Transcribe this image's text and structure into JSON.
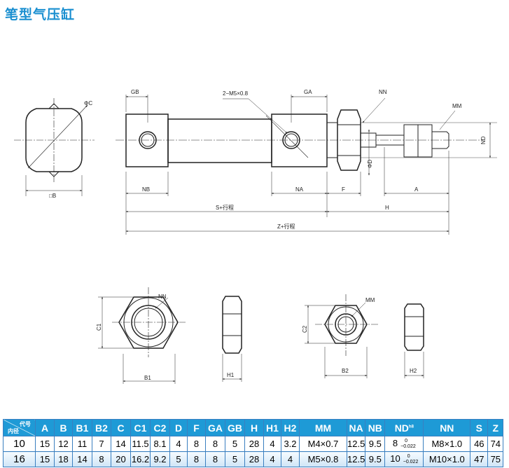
{
  "title": "笔型气压缸",
  "drawing": {
    "labels": {
      "phi_c": "ΦC",
      "b_square": "□B",
      "gb": "GB",
      "port": "2−M5×0.8",
      "ga": "GA",
      "nn": "NN",
      "mm": "MM",
      "nd": "ND",
      "phi_d": "ΦD",
      "nb": "NB",
      "na": "NA",
      "f": "F",
      "a": "A",
      "s": "S+行程",
      "h": "H",
      "z": "Z+行程",
      "nn2": "NN",
      "c1": "C1",
      "b1": "B1",
      "h1": "H1",
      "mm2": "MM",
      "c2": "C2",
      "b2": "B2",
      "h2": "H2"
    }
  },
  "table": {
    "header_top": "代号",
    "header_bottom": "内径",
    "columns": [
      "A",
      "B",
      "B1",
      "B2",
      "C",
      "C1",
      "C2",
      "D",
      "F",
      "GA",
      "GB",
      "H",
      "H1",
      "H2",
      "MM",
      "NA",
      "NB",
      "ND",
      "NN",
      "S",
      "Z"
    ],
    "nd_sup": "h8",
    "rows": [
      {
        "bore": "10",
        "cells": [
          "15",
          "12",
          "11",
          "7",
          "14",
          "11.5",
          "8.1",
          "4",
          "8",
          "8",
          "5",
          "28",
          "4",
          "3.2",
          "M4×0.7",
          "12.5",
          "9.5"
        ],
        "nd": "8",
        "tol_up": "0",
        "tol_low": "−0.022",
        "rest": [
          "M8×1.0",
          "46",
          "74"
        ]
      },
      {
        "bore": "16",
        "cells": [
          "15",
          "18",
          "14",
          "8",
          "20",
          "16.2",
          "9.2",
          "5",
          "8",
          "8",
          "5",
          "28",
          "4",
          "4",
          "M5×0.8",
          "12.5",
          "9.5"
        ],
        "nd": "10",
        "tol_up": "0",
        "tol_low": "−0.022",
        "rest": [
          "M10×1.0",
          "47",
          "75"
        ]
      }
    ]
  }
}
